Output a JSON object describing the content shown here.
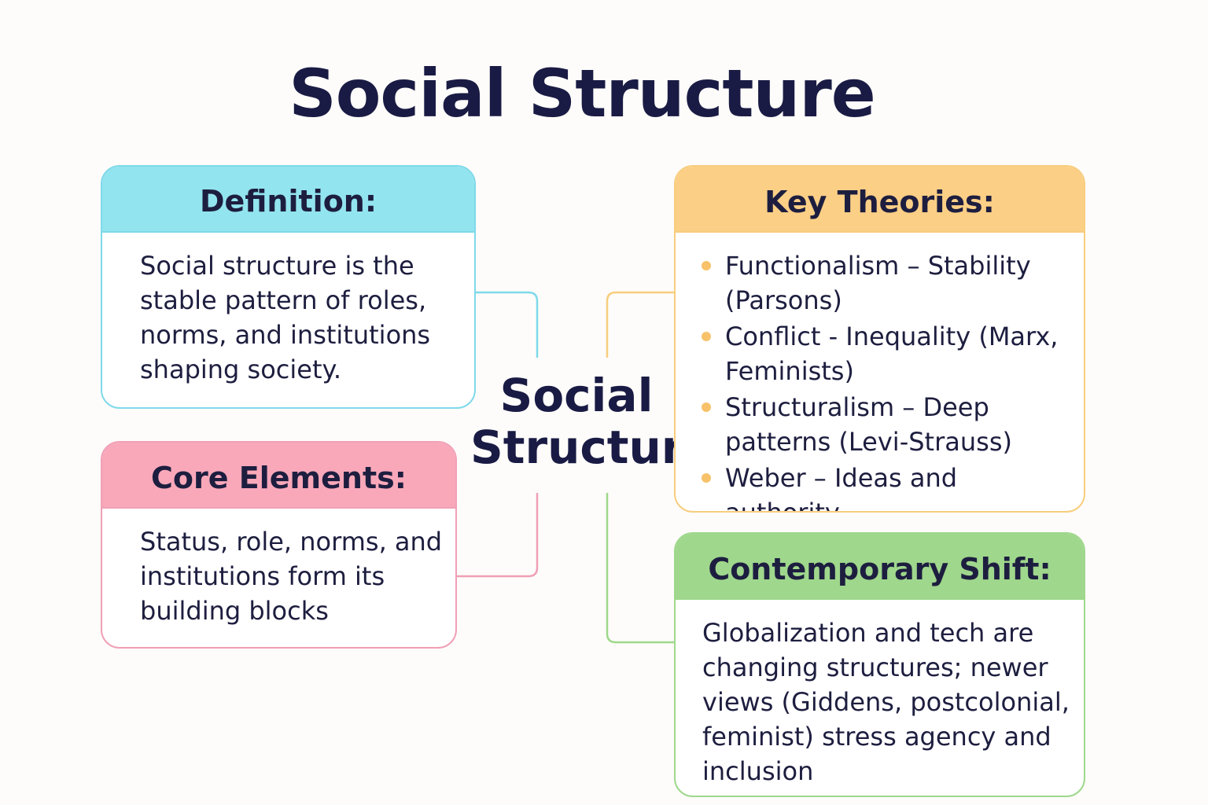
{
  "title": "Social Structure",
  "center": {
    "line1": "Social",
    "line2": "Structure"
  },
  "definition": {
    "heading": "Definition:",
    "text": "Social structure is the stable pattern of roles, norms, and institutions shaping society."
  },
  "core_elements": {
    "heading": "Core Elements:",
    "text": "Status, role, norms, and institutions form its building blocks"
  },
  "key_theories": {
    "heading": "Key Theories:",
    "items": [
      "Functionalism – Stability (Parsons)",
      "Conflict - Inequality (Marx, Feminists)",
      "Structuralism – Deep patterns (Levi-Strauss)",
      "Weber – Ideas and authority"
    ]
  },
  "contemporary_shift": {
    "heading": "Contemporary Shift:",
    "text": "Globalization and tech are changing structures; newer views (Giddens, postcolonial, feminist) stress agency and inclusion"
  },
  "colors": {
    "definition": "#92e4ee",
    "core_elements": "#f9a8ba",
    "key_theories": "#fccf86",
    "contemporary_shift": "#9fd78c",
    "text": "#1d1e3f"
  }
}
